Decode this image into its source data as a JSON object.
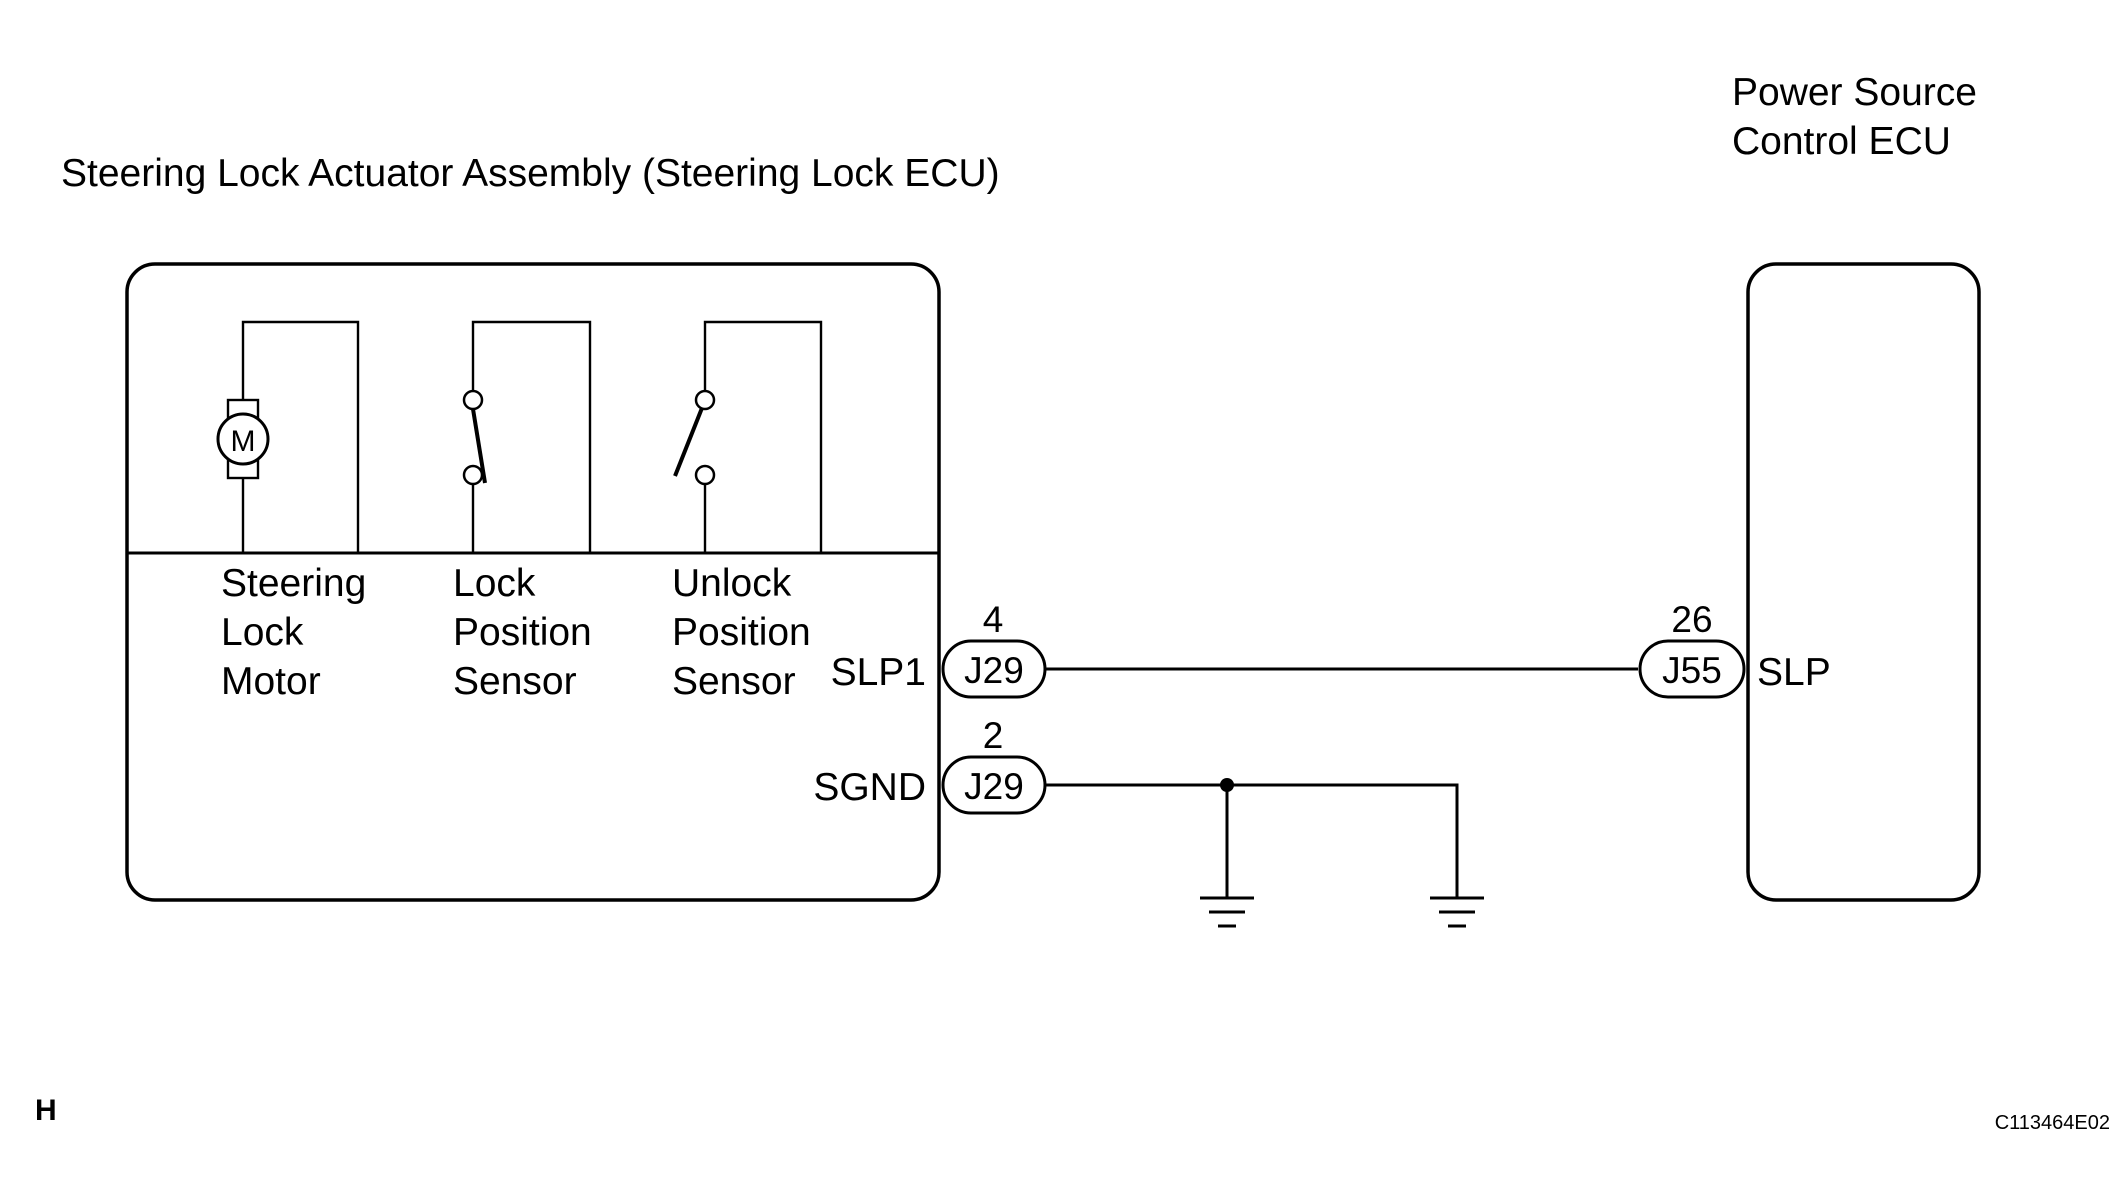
{
  "title_left": "Steering Lock Actuator Assembly (Steering Lock ECU)",
  "title_right": [
    "Power Source",
    "Control ECU"
  ],
  "components": {
    "motor": {
      "symbol": "M",
      "label": [
        "Steering",
        "Lock",
        "Motor"
      ]
    },
    "lock_sensor": {
      "label": [
        "Lock",
        "Position",
        "Sensor"
      ]
    },
    "unlock_sensor": {
      "label": [
        "Unlock",
        "Position",
        "Sensor"
      ]
    }
  },
  "terminals": {
    "slp1": {
      "name": "SLP1",
      "connector": "J29",
      "pin": "4"
    },
    "sgnd": {
      "name": "SGND",
      "connector": "J29",
      "pin": "2"
    },
    "slp": {
      "name": "SLP",
      "connector": "J55",
      "pin": "26"
    }
  },
  "corner_left": "H",
  "figure_code": "C113464E02"
}
